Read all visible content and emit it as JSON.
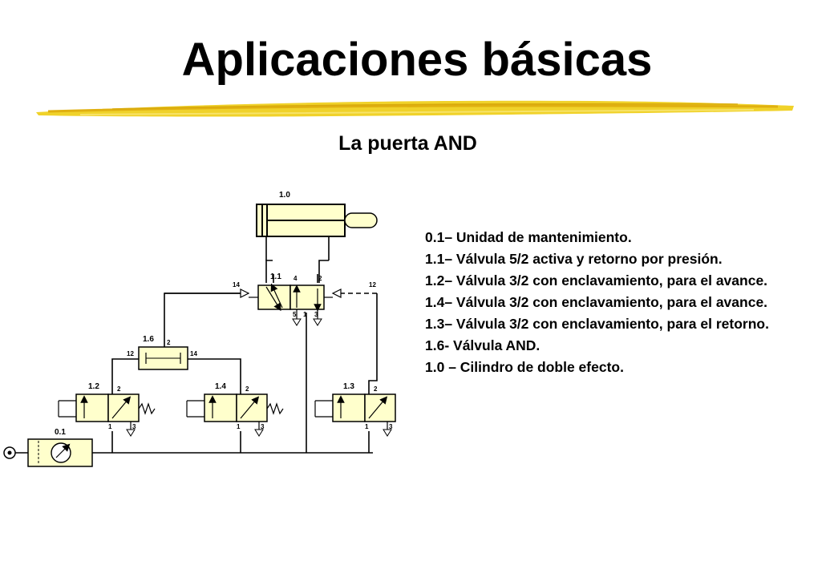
{
  "title": "Aplicaciones básicas",
  "subtitle": "La puerta AND",
  "colors": {
    "component_fill": "#ffffcc",
    "brush_stroke": "#e9c520",
    "line": "#000000"
  },
  "components": {
    "cylinder": "1.0",
    "main_valve": "1.1",
    "valve_12": "1.2",
    "valve_14": "1.4",
    "valve_13": "1.3",
    "and_valve": "1.6",
    "service_unit": "0.1"
  },
  "ports": {
    "p2": "2",
    "p4": "4",
    "p5": "5",
    "p1": "1",
    "p3": "3",
    "p12": "12",
    "p14": "14"
  },
  "legend": [
    "0.1– Unidad de mantenimiento.",
    "1.1– Válvula 5/2 activa y retorno por presión.",
    "1.2– Válvula 3/2 con enclavamiento, para el avance.",
    "1.4– Válvula 3/2 con enclavamiento, para el avance.",
    "1.3– Válvula 3/2 con enclavamiento, para el retorno.",
    "1.6- Válvula AND.",
    "1.0 – Cilindro de doble efecto."
  ]
}
